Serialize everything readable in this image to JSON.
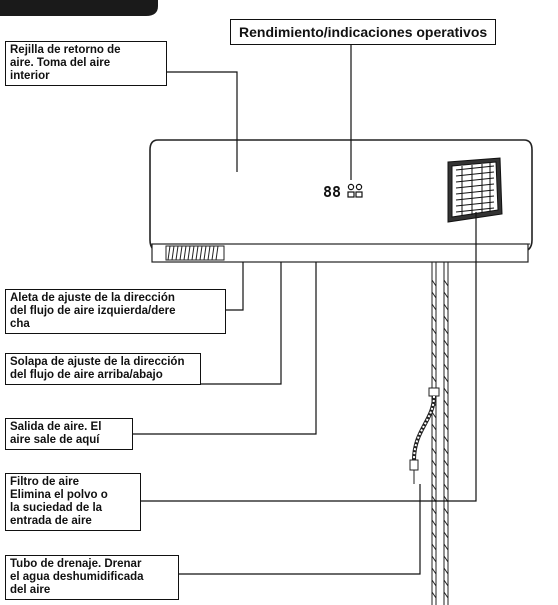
{
  "header_tab": "",
  "labels": {
    "performance": "Rendimiento/indicaciones operativos",
    "return_grille": "Rejilla de retorno de\naire. Toma del aire\ninterior",
    "lr_fin": "Aleta de ajuste de la dirección\ndel flujo de aire izquierda/dere\ncha",
    "ud_flap": "Solapa de ajuste de la dirección\ndel flujo de aire arriba/abajo",
    "air_outlet": "Salida de aire. El\naire sale de aquí",
    "air_filter": "Filtro de aire\nElimina el polvo o\nla suciedad de la\nentrada de aire",
    "drain_pipe": "Tubo de drenaje. Drenar\nel agua deshumidificada\ndel aire"
  },
  "display_readout": "88"
}
